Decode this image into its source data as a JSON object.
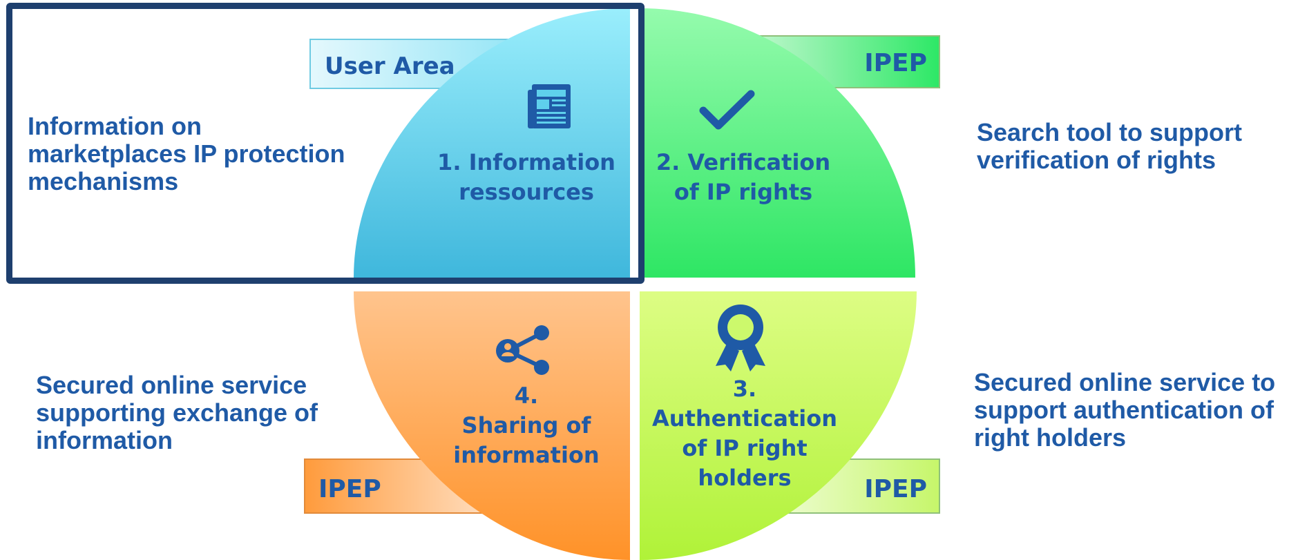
{
  "quadrants": {
    "q1": {
      "label": "1. Information\nressources",
      "icon": "newspaper-icon",
      "color": "#3fb7dc"
    },
    "q2": {
      "label": "2. Verification\nof IP rights",
      "icon": "checkmark-icon",
      "color": "#37e868"
    },
    "q3": {
      "label": "3.\nAuthentication\nof IP right\nholders",
      "icon": "award-ribbon-icon",
      "color": "#b3f43c"
    },
    "q4": {
      "label": "4.\nSharing of\ninformation",
      "icon": "share-icon",
      "color": "#ff9530"
    }
  },
  "tags": {
    "user_area": "User Area",
    "ipep_top_right": "IPEP",
    "ipep_bottom_left": "IPEP",
    "ipep_bottom_right": "IPEP"
  },
  "descriptions": {
    "top_left": "Information on\nmarketplaces IP protection\nmechanisms",
    "top_right": "Search tool to support\nverification of rights",
    "bottom_left": "Secured online service\nsupporting exchange of\ninformation",
    "bottom_right": "Secured online service to\nsupport authentication of\nright holders"
  },
  "colors": {
    "text": "#1f5aa6",
    "frame": "#1e3f6e"
  }
}
